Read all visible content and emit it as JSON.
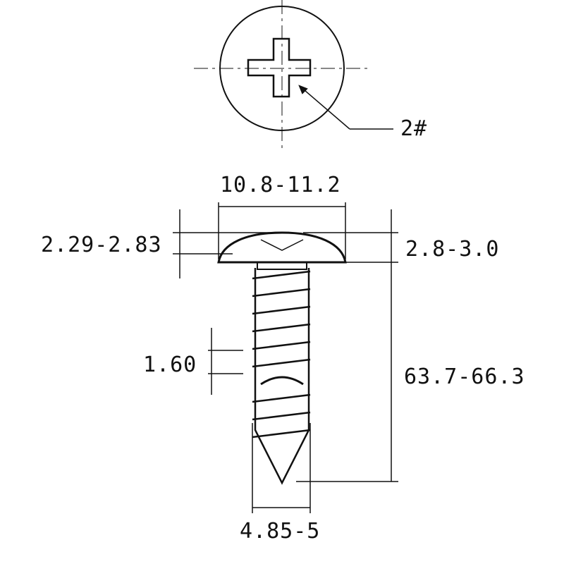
{
  "drawing": {
    "driver_label": "2#",
    "head_diameter": "10.8-11.2",
    "head_height_left": "2.29-2.83",
    "head_height_right": "2.8-3.0",
    "thread_pitch": "1.60",
    "total_length": "63.7-66.3",
    "thread_diameter": "4.85-5"
  }
}
